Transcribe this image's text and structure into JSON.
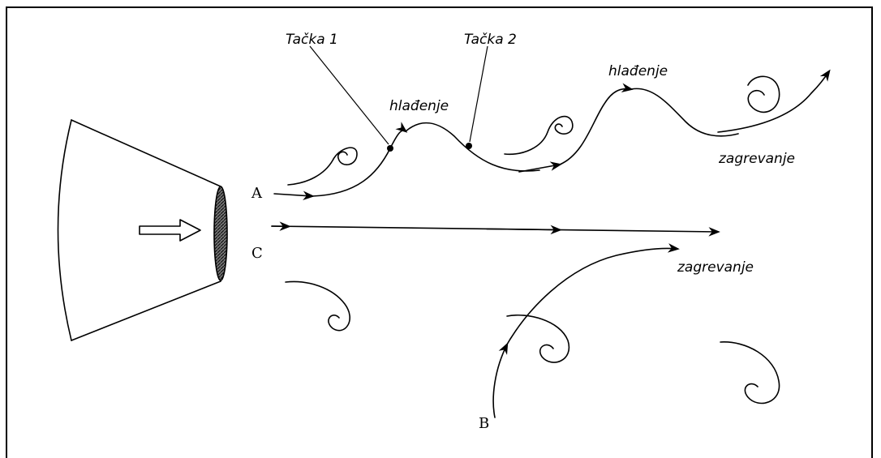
{
  "labels": {
    "point1": "Tačka 1",
    "point2": "Tačka 2",
    "cooling_1": "hlađenje",
    "cooling_2": "hlađenje",
    "heating_upper": "zagrevanje",
    "heating_middle": "zagrevanje",
    "stream_a": "A",
    "stream_b": "B",
    "stream_c": "C"
  },
  "colors": {
    "line": "#000000",
    "background": "#ffffff",
    "nozzle_exit_hatch": "#3a3a3a"
  }
}
